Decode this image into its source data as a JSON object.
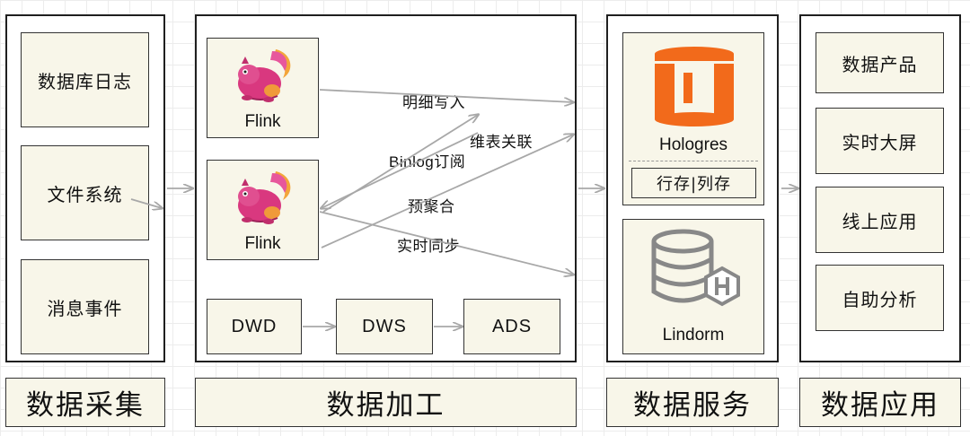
{
  "columns": {
    "collection": {
      "title": "数据采集",
      "items": [
        "数据库日志",
        "文件系统",
        "消息事件"
      ]
    },
    "processing": {
      "title": "数据加工",
      "engines": [
        {
          "name": "Flink",
          "icon": "flink-squirrel-icon"
        },
        {
          "name": "Flink",
          "icon": "flink-squirrel-icon"
        }
      ],
      "flows": {
        "detail_write": "明细写入",
        "dim_join": "维表关联",
        "binlog_subscribe": "Binlog订阅",
        "pre_aggregate": "预聚合",
        "realtime_sync": "实时同步"
      },
      "layers": [
        "DWD",
        "DWS",
        "ADS"
      ]
    },
    "service": {
      "title": "数据服务",
      "hologres": {
        "name": "Hologres",
        "storage": "行存|列存",
        "icon": "hologres-icon"
      },
      "lindorm": {
        "name": "Lindorm",
        "icon": "lindorm-database-icon"
      }
    },
    "application": {
      "title": "数据应用",
      "items": [
        "数据产品",
        "实时大屏",
        "线上应用",
        "自助分析"
      ]
    }
  },
  "colors": {
    "card_fill": "#f8f6e9",
    "hologres_orange": "#f26a1b",
    "lindorm_gray": "#888888",
    "arrow_gray": "#a8a8a8",
    "flink_pink": "#d9387f",
    "flink_orange": "#f39a2e"
  }
}
